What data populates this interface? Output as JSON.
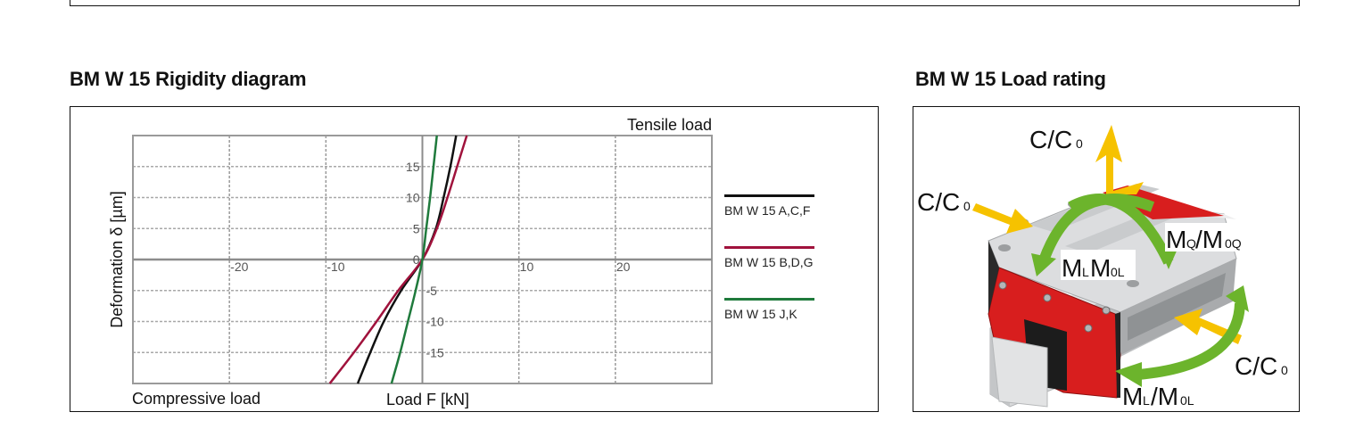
{
  "section_titles": {
    "rigidity": "BM W 15 Rigidity diagram",
    "load_rating": "BM W 15 Load rating"
  },
  "chart_data": {
    "type": "line",
    "title": "BM W 15 Rigidity diagram",
    "xlabel": "Load F [kN]",
    "ylabel": "Deformation δ [µm]",
    "xlim": [
      -30,
      30
    ],
    "ylim": [
      -20,
      20
    ],
    "x_ticks": [
      -20,
      -10,
      10,
      20
    ],
    "y_ticks": [
      15,
      10,
      5,
      0,
      -5,
      -10,
      -15
    ],
    "grid": true,
    "annotations": {
      "top_right": "Tensile load",
      "bottom_left": "Compressive load"
    },
    "legend_position": "right",
    "series": [
      {
        "name": "BM W 15 A,C,F",
        "color": "#111111",
        "points": [
          [
            -6.7,
            -20
          ],
          [
            -5.4,
            -15
          ],
          [
            -4.0,
            -10
          ],
          [
            -2.2,
            -5
          ],
          [
            0,
            0
          ],
          [
            1.4,
            5
          ],
          [
            2.2,
            10
          ],
          [
            2.9,
            15
          ],
          [
            3.5,
            20
          ]
        ]
      },
      {
        "name": "BM W 15 B,D,G",
        "color": "#a0123c",
        "points": [
          [
            -9.6,
            -20
          ],
          [
            -7.1,
            -15
          ],
          [
            -4.75,
            -10
          ],
          [
            -2.5,
            -5
          ],
          [
            0,
            0
          ],
          [
            1.5,
            5
          ],
          [
            2.6,
            10
          ],
          [
            3.6,
            15
          ],
          [
            4.6,
            20
          ]
        ]
      },
      {
        "name": "BM W 15 J,K",
        "color": "#1f7a3c",
        "points": [
          [
            -3.2,
            -20
          ],
          [
            -2.3,
            -15
          ],
          [
            -1.5,
            -10
          ],
          [
            -0.7,
            -5
          ],
          [
            0,
            0
          ],
          [
            0.4,
            5
          ],
          [
            0.8,
            10
          ],
          [
            1.15,
            15
          ],
          [
            1.5,
            20
          ]
        ]
      }
    ]
  },
  "load_rating": {
    "labels": {
      "c_top": "C/C0",
      "c_left": "C/C0",
      "c_right": "C/C0",
      "mq": "MQ/M0Q",
      "ml_top": "MLM0L",
      "ml_bottom": "ML/M0L"
    },
    "colors": {
      "arrow_yellow": "#f6c200",
      "arrow_green": "#6cb42c",
      "end_cap_red": "#d81e1e",
      "body_grey": "#c9cbcd"
    }
  }
}
